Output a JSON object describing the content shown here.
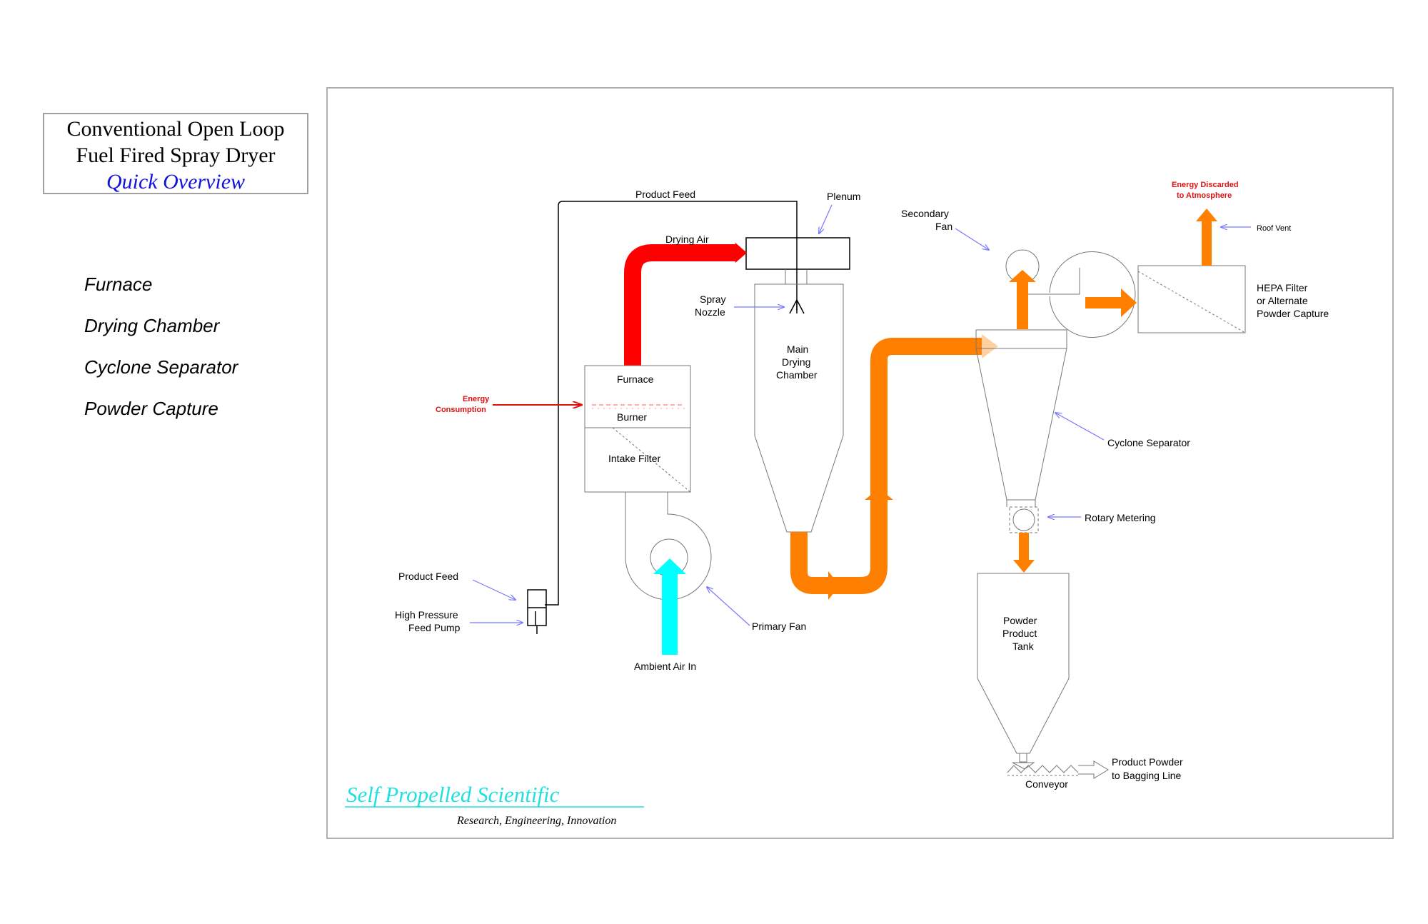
{
  "title": {
    "line1": "Conventional Open Loop",
    "line2": "Fuel Fired Spray Dryer",
    "subtitle": "Quick Overview"
  },
  "nav": [
    "Furnace",
    "Drying Chamber",
    "Cyclone Separator",
    "Powder Capture"
  ],
  "diagram": {
    "product_feed_top": "Product Feed",
    "plenum": "Plenum",
    "drying_air": "Drying Air",
    "spray_nozzle_1": "Spray",
    "spray_nozzle_2": "Nozzle",
    "main_chamber_1": "Main",
    "main_chamber_2": "Drying",
    "main_chamber_3": "Chamber",
    "furnace": "Furnace",
    "burner": "Burner",
    "intake_filter": "Intake Filter",
    "energy_consumption_1": "Energy",
    "energy_consumption_2": "Consumption",
    "product_feed_pump": "Product Feed",
    "hp_pump_1": "High Pressure",
    "hp_pump_2": "Feed Pump",
    "ambient_air": "Ambient Air In",
    "primary_fan": "Primary Fan",
    "secondary_fan_1": "Secondary",
    "secondary_fan_2": "Fan",
    "energy_discarded_1": "Energy Discarded",
    "energy_discarded_2": "to Atmosphere",
    "roof_vent": "Roof Vent",
    "hepa_1": "HEPA Filter",
    "hepa_2": "or Alternate",
    "hepa_3": "Powder Capture",
    "cyclone_separator": "Cyclone Separator",
    "rotary_metering": "Rotary Metering",
    "tank_1": "Powder",
    "tank_2": "Product",
    "tank_3": "Tank",
    "conveyor": "Conveyor",
    "bagging_1": "Product Powder",
    "bagging_2": "to Bagging Line"
  },
  "brand": {
    "name": "Self Propelled Scientific",
    "tagline": "Research,  Engineering,  Innovation"
  },
  "colors": {
    "hot_air": "#ff0000",
    "exhaust": "#ff8000",
    "ambient": "#00ffff",
    "energy_line": "#e01010",
    "pointer": "#7777ff",
    "brand": "#20e0e0"
  }
}
